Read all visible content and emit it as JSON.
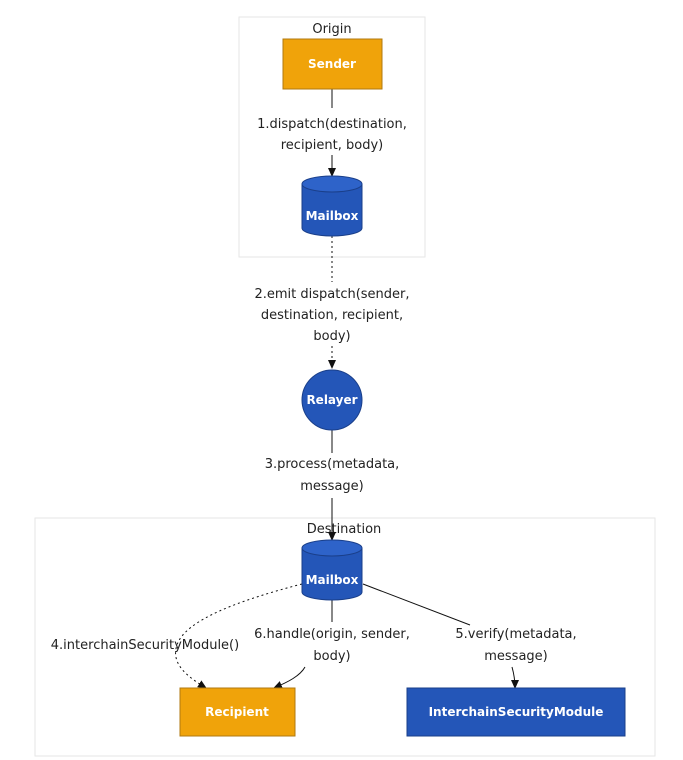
{
  "groups": {
    "origin": "Origin",
    "destination": "Destination"
  },
  "nodes": {
    "sender": "Sender",
    "mailbox_origin": "Mailbox",
    "relayer": "Relayer",
    "mailbox_destination": "Mailbox",
    "recipient": "Recipient",
    "ism": "InterchainSecurityModule"
  },
  "edges": {
    "dispatch": [
      "1.dispatch(destination,",
      "recipient, body)"
    ],
    "emit": [
      "2.emit dispatch(sender,",
      "destination, recipient,",
      "body)"
    ],
    "process": [
      "3.process(metadata,",
      "message)"
    ],
    "ism_query": [
      "4.interchainSecurityModule()"
    ],
    "verify": [
      "5.verify(metadata,",
      "message)"
    ],
    "handle": [
      "6.handle(origin, sender,",
      "body)"
    ]
  },
  "colors": {
    "orange": "#F0A30A",
    "orange_border": "#B07A10",
    "blue": "#2456B8",
    "blue_border": "#1A3F8A",
    "group_border": "#E6E6E6"
  }
}
